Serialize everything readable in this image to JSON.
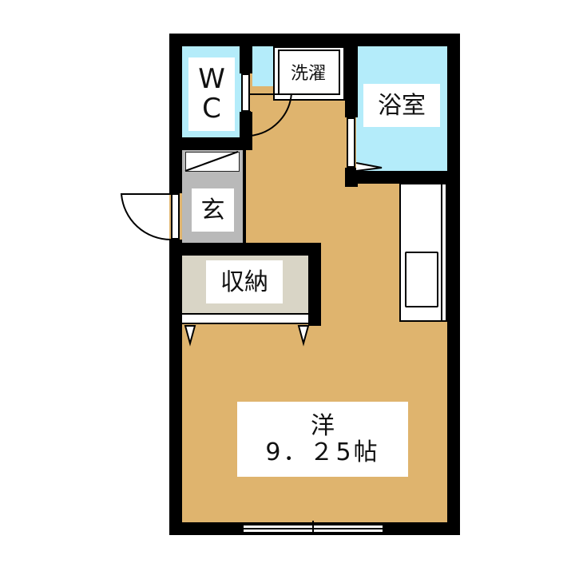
{
  "plan": {
    "colors": {
      "wall": "#000000",
      "floor_western": "#dfb46e",
      "wet_area": "#b4ecfa",
      "entrance": "#b9b9b9",
      "storage": "#d9d5c6",
      "kitchen": "#ffffff"
    },
    "rooms": {
      "wc": {
        "line1": "W",
        "line2": "C"
      },
      "laundry": {
        "label": "洗濯"
      },
      "bath": {
        "label": "浴室"
      },
      "entrance": {
        "label": "玄"
      },
      "storage": {
        "label": "収納"
      },
      "western": {
        "line1": "洋",
        "line2": "9．２5帖"
      }
    }
  }
}
